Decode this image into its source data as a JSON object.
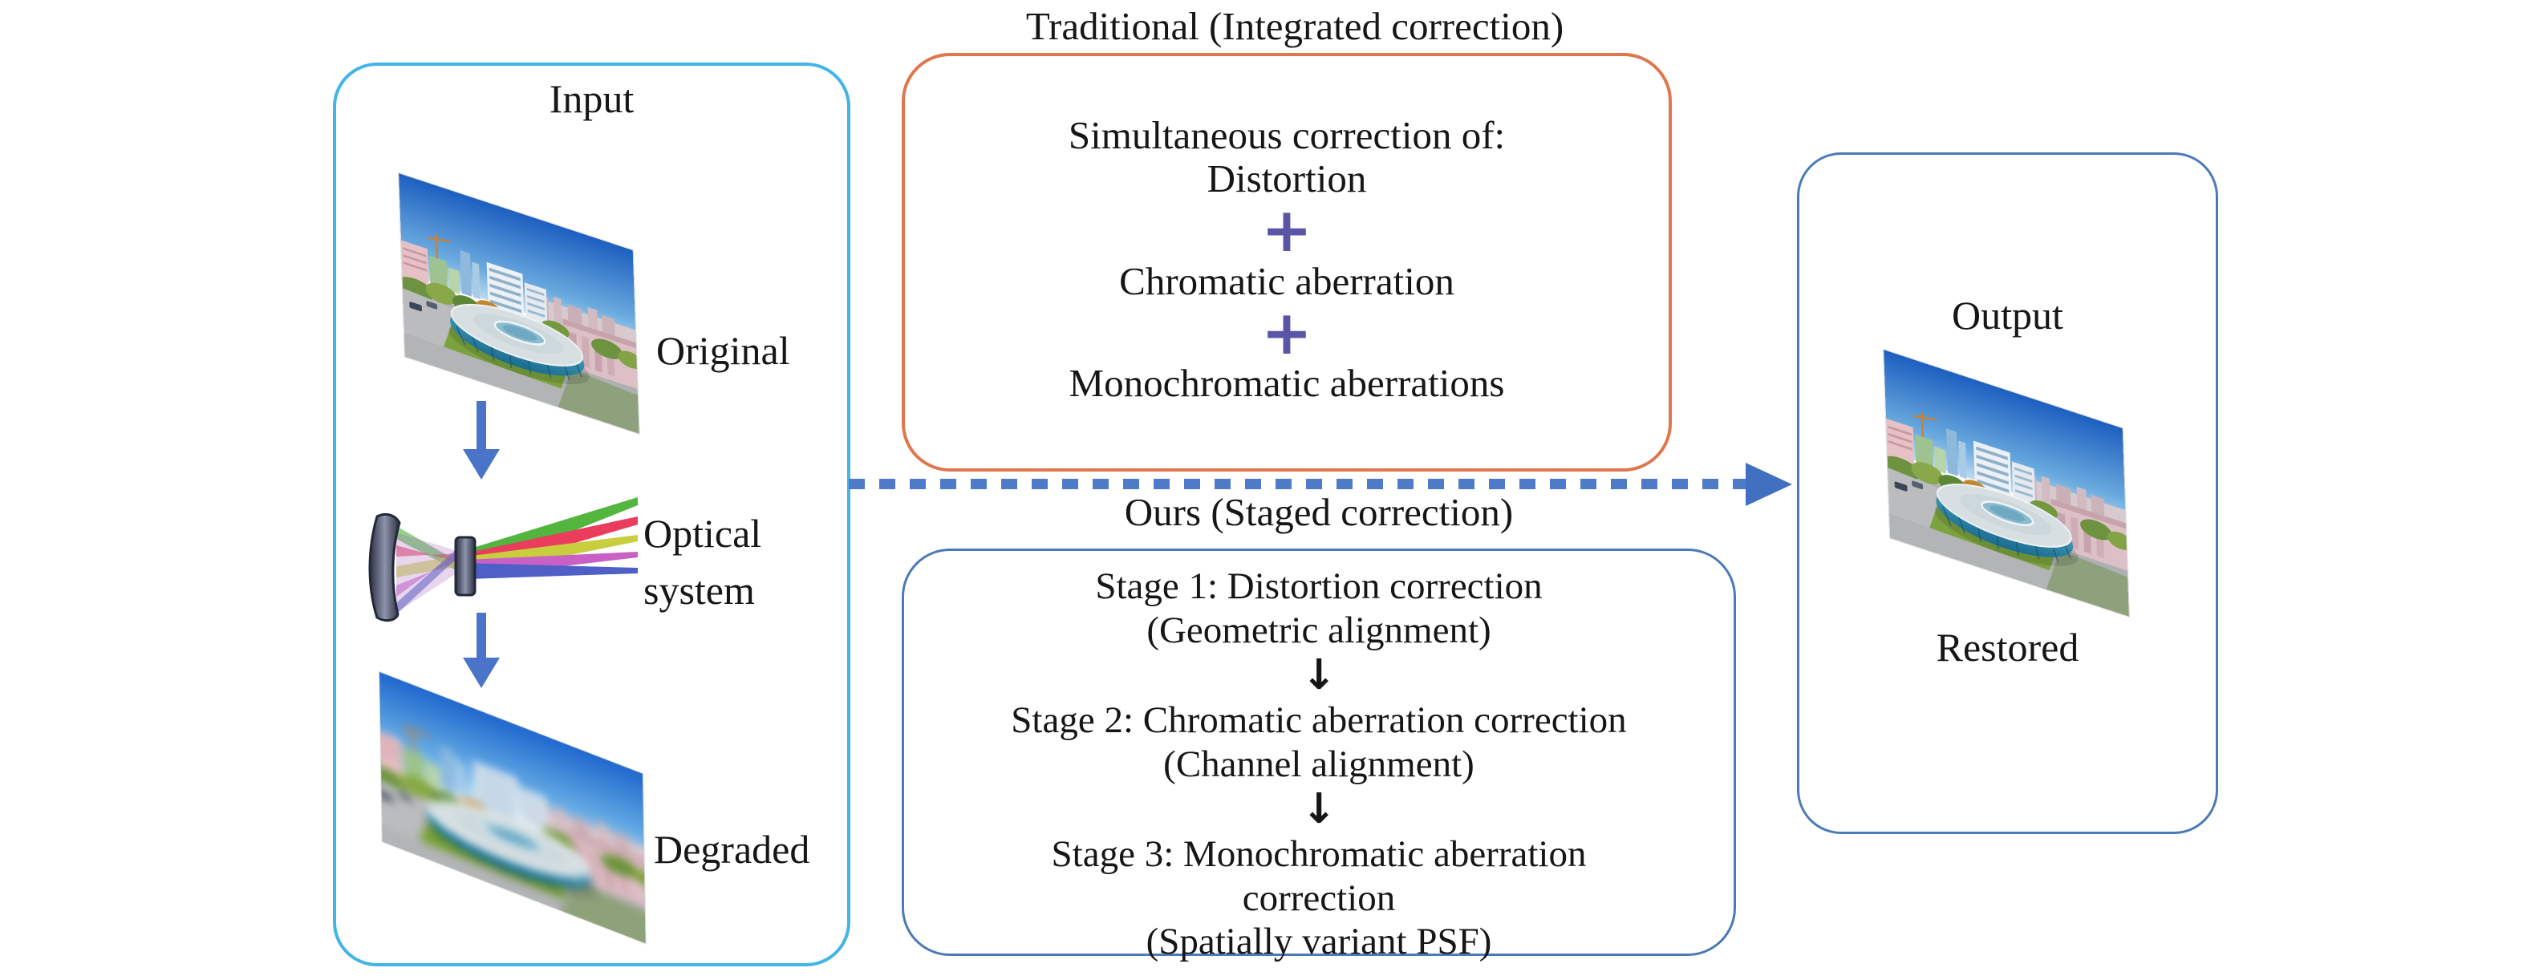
{
  "input_panel": {
    "title": "Input",
    "labels": {
      "original": "Original",
      "optical1": "Optical",
      "optical2": "system",
      "degraded": "Degraded"
    }
  },
  "traditional_panel": {
    "title": "Traditional (Integrated correction)",
    "intro": "Simultaneous correction of:",
    "items": [
      "Distortion",
      "Chromatic aberration",
      "Monochromatic aberrations"
    ],
    "plus": "+"
  },
  "ours_panel": {
    "title": "Ours (Staged correction)",
    "down_arrow": "↓",
    "stages": [
      {
        "line1": "Stage 1: Distortion correction",
        "line2": "(Geometric alignment)"
      },
      {
        "line1": "Stage 2: Chromatic aberration correction",
        "line2": "(Channel alignment)"
      },
      {
        "line1": "Stage 3: Monochromatic aberration",
        "line2": "correction",
        "line3": "(Spatially variant PSF)"
      }
    ]
  },
  "output_panel": {
    "title": "Output",
    "restored": "Restored"
  },
  "colors": {
    "input_border": "#42b4e6",
    "traditional_border": "#df764d",
    "ours_border": "#4a7ab8",
    "output_border": "#4a7ab8",
    "flow_arrow_blue": "#4d7bc8",
    "down_arrow_blue": "#4a74c8",
    "plus_purple": "#5a55a5",
    "text": "#161616"
  }
}
